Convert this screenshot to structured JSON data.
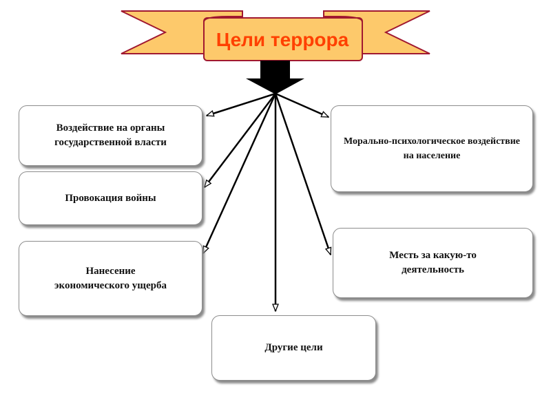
{
  "title": "Цели террора",
  "colors": {
    "banner_fill": "#fdc96b",
    "banner_stroke": "#a01830",
    "title": "#ff4000"
  },
  "goals": [
    "Воздействие на органы государственной власти",
    "Провокация войны",
    "Нанесение экономического ущерба",
    "Другие цели",
    "Месть за какую-то деятельность",
    "Морально-психологическое воздействие на население"
  ]
}
